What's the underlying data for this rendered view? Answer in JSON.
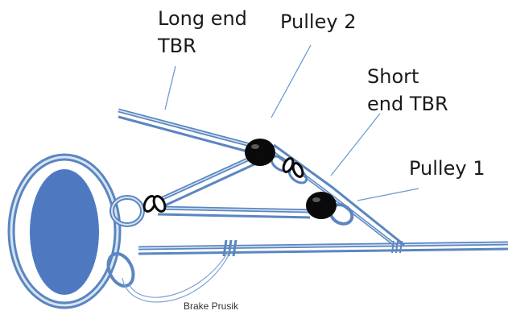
{
  "labels": {
    "long_end_tbr": "Long end\nTBR",
    "pulley_2": "Pulley 2",
    "short_end_tbr": "Short\nend TBR",
    "pulley_1": "Pulley 1",
    "brake_prusik": "Brake Prusik"
  },
  "colors": {
    "rope": "#5b86bf",
    "rope_light": "#d7e4f3",
    "anchor_fill": "#4e79c0",
    "pulley": "#0a0a0a",
    "pointer": "#6f9bd3",
    "text": "#1a1a1a"
  }
}
